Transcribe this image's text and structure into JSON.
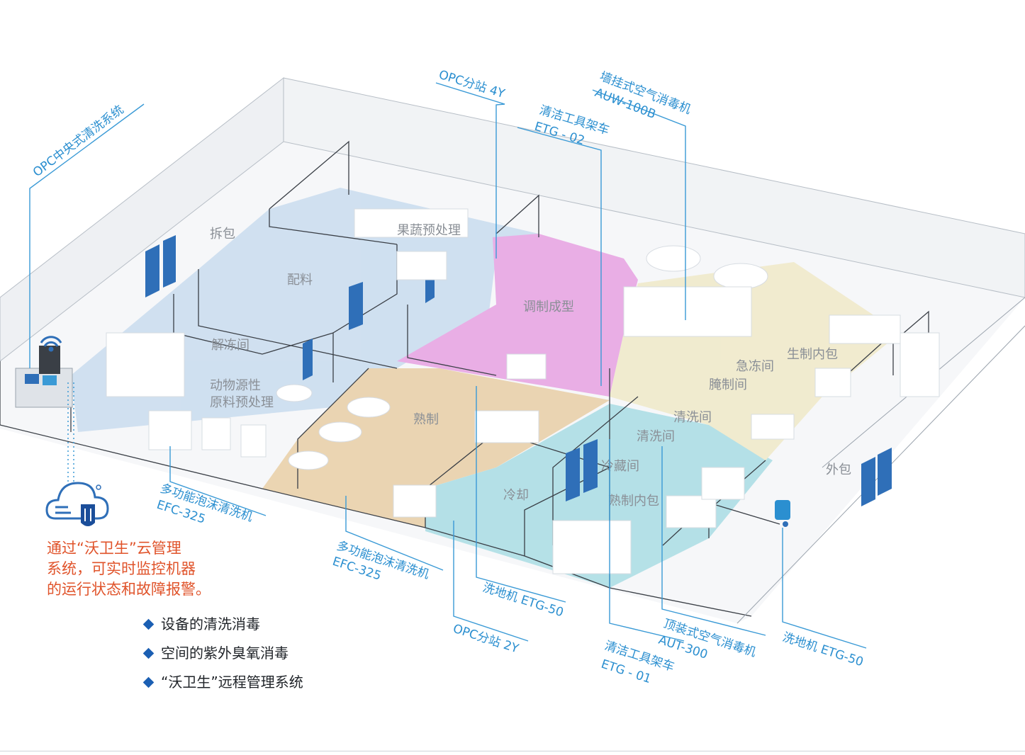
{
  "colors": {
    "callout": "#2b8fd0",
    "note": "#e0532a",
    "bullet": "#1b5fb3",
    "zone_blue": "#c9dcef",
    "zone_purple": "#e7a2e2",
    "zone_tan": "#e9cfa6",
    "zone_cyan": "#a9dde4",
    "zone_cream": "#f0e9c8",
    "door": "#2f6fb8"
  },
  "rooms": {
    "unpack": "拆包",
    "fruit_veg": "果蔬预处理",
    "batching": "配料",
    "mixing": "调制成型",
    "thawing": "解冻间",
    "animal_1": "动物源性",
    "animal_2": "原料预处理",
    "cooking": "熟制",
    "quick_freeze": "急冻间",
    "raw_pack": "生制内包",
    "marinate": "腌制间",
    "wash_1": "清洗间",
    "wash_2": "清洗间",
    "cold_store": "冷藏间",
    "cooling": "冷却",
    "cooked_pack": "熟制内包",
    "outer_pack": "外包"
  },
  "callouts": {
    "opc_central": "OPC中央式清洗系统",
    "opc_4y": "OPC分站 4Y",
    "auw_1": "墙挂式空气消毒机",
    "auw_2": "AUW-100B",
    "etg02_1": "清洁工具架车",
    "etg02_2": "ETG - 02",
    "efc_left_1": "多功能泡沫清洗机",
    "efc_left_2": "EFC-325",
    "efc_mid_1": "多功能泡沫清洗机",
    "efc_mid_2": "EFC-325",
    "etg50_mid": "洗地机 ETG-50",
    "opc_2y": "OPC分站 2Y",
    "etg01_1": "清洁工具架车",
    "etg01_2": "ETG - 01",
    "aut_1": "顶装式空气消毒机",
    "aut_2": "AUT-300",
    "etg50_right": "洗地机 ETG-50"
  },
  "note": {
    "line1": "通过“沃卫生”云管理",
    "line2": "系统，可实时监控机器",
    "line3": "的运行状态和故障报警。"
  },
  "features": [
    "设备的清洗消毒",
    "空间的紫外臭氧消毒",
    "“沃卫生”远程管理系统"
  ],
  "icons": {
    "cloud": "cloud-monitor-icon",
    "wifi": "wifi-icon",
    "bullet": "diamond-bullet-icon"
  }
}
